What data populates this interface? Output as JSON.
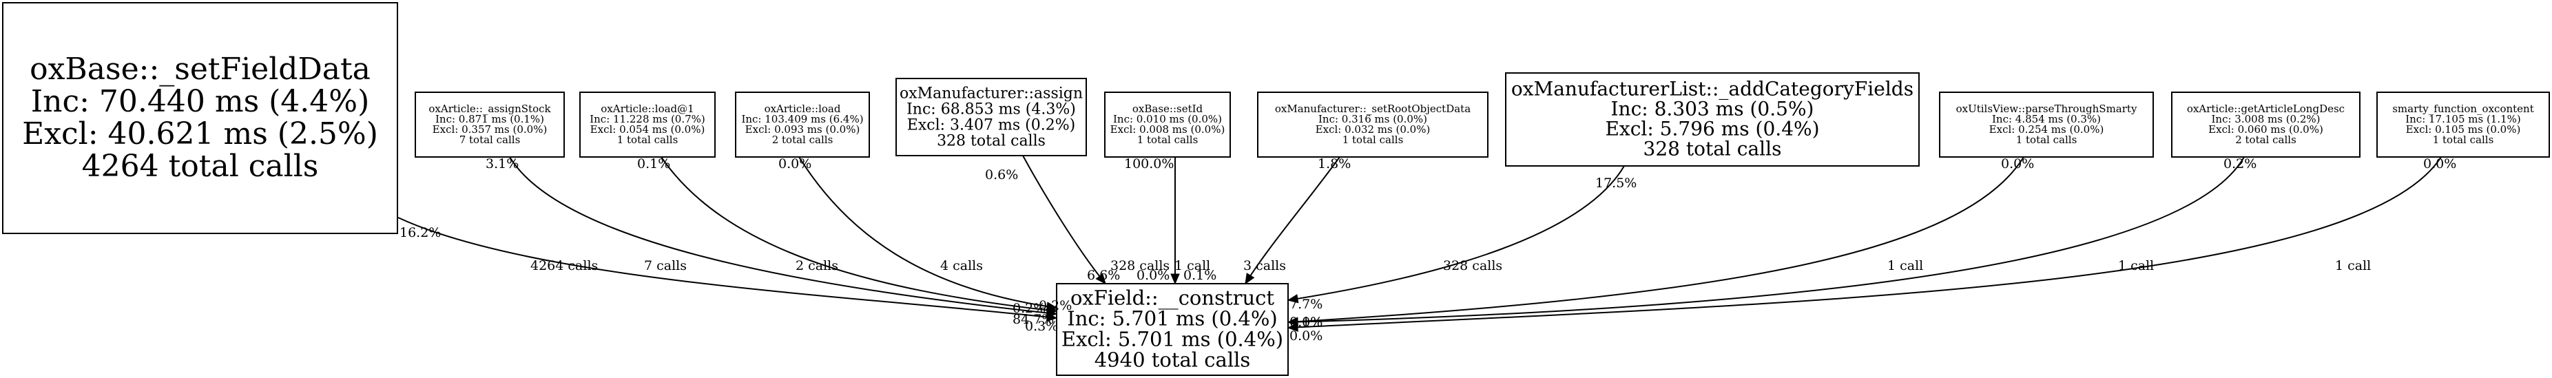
{
  "graph": {
    "title": "Call graph for oxField::__construct",
    "target": {
      "id": "oxField::__construct",
      "lines": [
        "oxField::__construct",
        "Inc: 5.701 ms (0.4%)",
        "Excl: 5.701 ms (0.4%)",
        "4940 total calls"
      ]
    },
    "callers": [
      {
        "id": "oxBase::_setFieldData",
        "lines": [
          "oxBase::_setFieldData",
          "Inc: 70.440 ms (4.4%)",
          "Excl: 40.621 ms (2.5%)",
          "4264 total calls"
        ],
        "fill": "#ff0000",
        "out_pct": "16.2%",
        "calls": "4264 calls",
        "in_pct": "84.7%"
      },
      {
        "id": "oxArticle::_assignStock",
        "lines": [
          "oxArticle::_assignStock",
          "Inc: 0.871 ms (0.1%)",
          "Excl: 0.357 ms (0.0%)",
          "7 total calls"
        ],
        "fill": "#ffffff",
        "out_pct": "3.1%",
        "calls": "7 calls",
        "in_pct": "0.2%"
      },
      {
        "id": "oxArticle::load@1",
        "lines": [
          "oxArticle::load@1",
          "Inc: 11.228 ms (0.7%)",
          "Excl: 0.054 ms (0.0%)",
          "1 total calls"
        ],
        "fill": "#ffffff",
        "out_pct": "0.1%",
        "calls": "2 calls",
        "in_pct": "0.3%"
      },
      {
        "id": "oxArticle::load",
        "lines": [
          "oxArticle::load",
          "Inc: 103.409 ms (6.4%)",
          "Excl: 0.093 ms (0.0%)",
          "2 total calls"
        ],
        "fill": "#ffffff",
        "out_pct": "0.0%",
        "calls": "4 calls",
        "in_pct": "0.2%"
      },
      {
        "id": "oxManufacturer::assign",
        "lines": [
          "oxManufacturer::assign",
          "Inc: 68.853 ms (4.3%)",
          "Excl: 3.407 ms (0.2%)",
          "328 total calls"
        ],
        "fill": "#ffffff",
        "out_pct": "0.6%",
        "calls": "328 calls",
        "in_pct": "6.6%"
      },
      {
        "id": "oxBase::setId",
        "lines": [
          "oxBase::setId",
          "Inc: 0.010 ms (0.0%)",
          "Excl: 0.008 ms (0.0%)",
          "1 total calls"
        ],
        "fill": "#ffffff",
        "out_pct": "100.0%",
        "calls": "1 call",
        "in_pct": "0.0%"
      },
      {
        "id": "oxManufacturer::_setRootObjectData",
        "lines": [
          "oxManufacturer::_setRootObjectData",
          "Inc: 0.316 ms (0.0%)",
          "Excl: 0.032 ms (0.0%)",
          "1 total calls"
        ],
        "fill": "#ffffff",
        "out_pct": "1.8%",
        "calls": "3 calls",
        "in_pct": "0.1%"
      },
      {
        "id": "oxManufacturerList::_addCategoryFields",
        "lines": [
          "oxManufacturerList::_addCategoryFields",
          "Inc: 8.303 ms (0.5%)",
          "Excl: 5.796 ms (0.4%)",
          "328 total calls"
        ],
        "fill": "#ffffff",
        "out_pct": "17.5%",
        "calls": "328 calls",
        "in_pct": "7.7%"
      },
      {
        "id": "oxUtilsView::parseThroughSmarty",
        "lines": [
          "oxUtilsView::parseThroughSmarty",
          "Inc: 4.854 ms (0.3%)",
          "Excl: 0.254 ms (0.0%)",
          "1 total calls"
        ],
        "fill": "#ffffff",
        "out_pct": "0.0%",
        "calls": "1 call",
        "in_pct": "0.0%"
      },
      {
        "id": "oxArticle::getArticleLongDesc",
        "lines": [
          "oxArticle::getArticleLongDesc",
          "Inc: 3.008 ms (0.2%)",
          "Excl: 0.060 ms (0.0%)",
          "2 total calls"
        ],
        "fill": "#ffffff",
        "out_pct": "0.2%",
        "calls": "1 call",
        "in_pct": "0.1%"
      },
      {
        "id": "smarty_function_oxcontent",
        "lines": [
          "smarty_function_oxcontent",
          "Inc: 17.105 ms (1.1%)",
          "Excl: 0.105 ms (0.0%)",
          "1 total calls"
        ],
        "fill": "#ffffff",
        "out_pct": "0.0%",
        "calls": "1 call",
        "in_pct": "0.0%"
      }
    ]
  }
}
